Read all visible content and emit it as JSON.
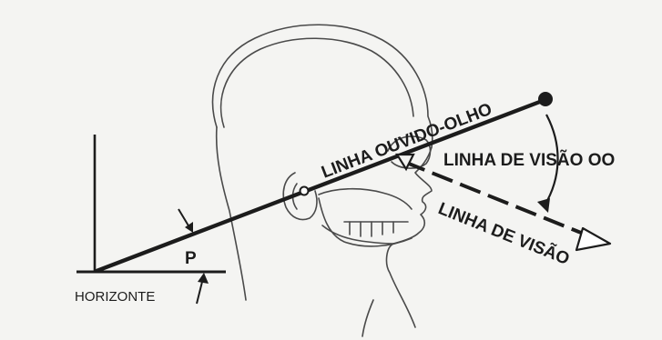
{
  "labels": {
    "ear_eye_line": "LINHA OUVIDO-OLHO",
    "line_of_sight_oo": "LINHA DE VISÃO OO",
    "line_of_sight": "LINHA DE VISÃO",
    "angle_p": "P",
    "horizon": "HORIZONTE"
  },
  "colors": {
    "paper": "#f4f4f2",
    "ink": "#1c1c1c",
    "sketch": "#4a4a4a"
  }
}
